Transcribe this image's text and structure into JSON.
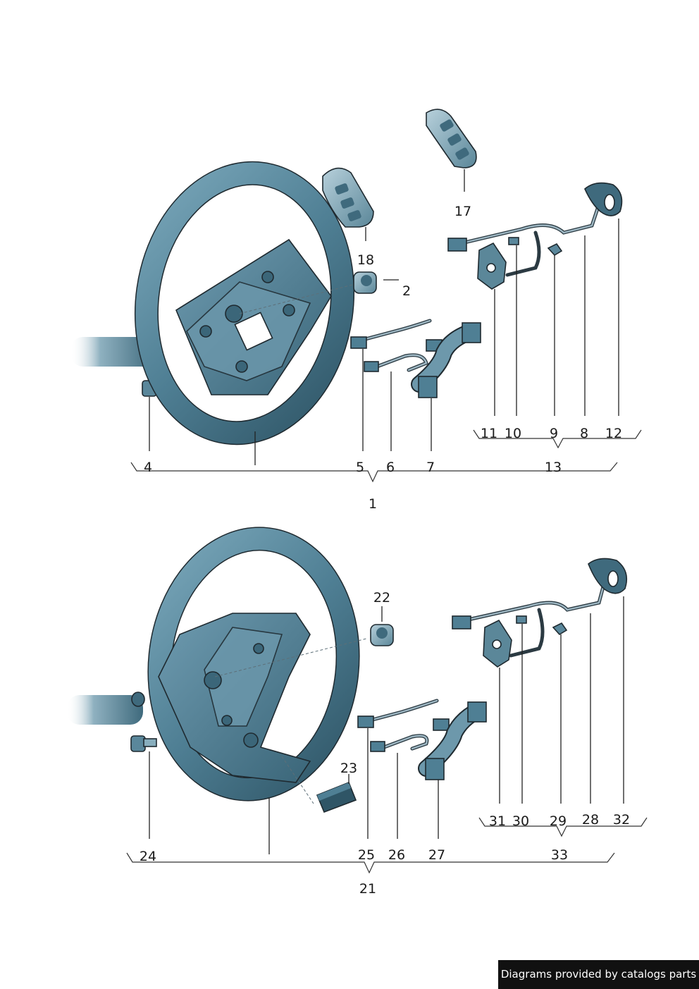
{
  "diagram": {
    "upper": {
      "labels": [
        "1",
        "2",
        "4",
        "5",
        "6",
        "7",
        "8",
        "9",
        "10",
        "11",
        "12",
        "13",
        "17",
        "18"
      ]
    },
    "lower": {
      "labels": [
        "21",
        "22",
        "23",
        "24",
        "25",
        "26",
        "27",
        "28",
        "29",
        "30",
        "31",
        "32",
        "33"
      ]
    }
  },
  "credit": {
    "text": "Diagrams provided by catalogs parts"
  },
  "colors": {
    "part_fill": "#4f7f94",
    "part_dark": "#2f5566",
    "part_light": "#9ec0cf",
    "outline": "#1f2a30"
  }
}
